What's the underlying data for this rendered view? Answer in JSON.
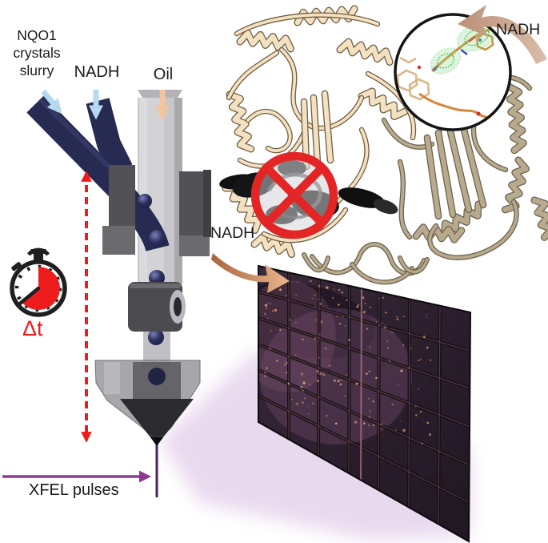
{
  "injector": {
    "slurry_lines": [
      "NQO1",
      "crystals",
      "slurry"
    ],
    "nadh_label": "NADH",
    "oil_label": "Oil"
  },
  "timing": {
    "delta_t_label": "Δt"
  },
  "beam": {
    "xfel_label": "XFEL pulses"
  },
  "mixing": {
    "nadh_label": "NADH"
  },
  "inset": {
    "nadh_label": "NADH"
  },
  "icons": {
    "stopwatch-icon": "⏱",
    "prohibition-icon": "🚫",
    "range-arrow-icon": "↕",
    "beam-arrow-icon": "→",
    "inlet-arrow-icon": "↓",
    "curved-arrow-icon": "↩"
  },
  "colors": {
    "accent_red": "#ee1c1c",
    "beam_purple": "#8d3a8f",
    "glow_lavender": "#e6d3ec",
    "slurry_navy": "#272b52",
    "inlet_blue": "#b5d9ee",
    "oil_peach": "#f3c59e",
    "protein_cream": "#f4e1c1",
    "protein_khaki": "#b7aa8e",
    "density_green": "#2fae2f",
    "molecule_orange": "#d4873b",
    "detector_dark": "#2b1f2d",
    "spot_salmon": "#eda57e",
    "arrow_tan": "#c7a28e"
  }
}
